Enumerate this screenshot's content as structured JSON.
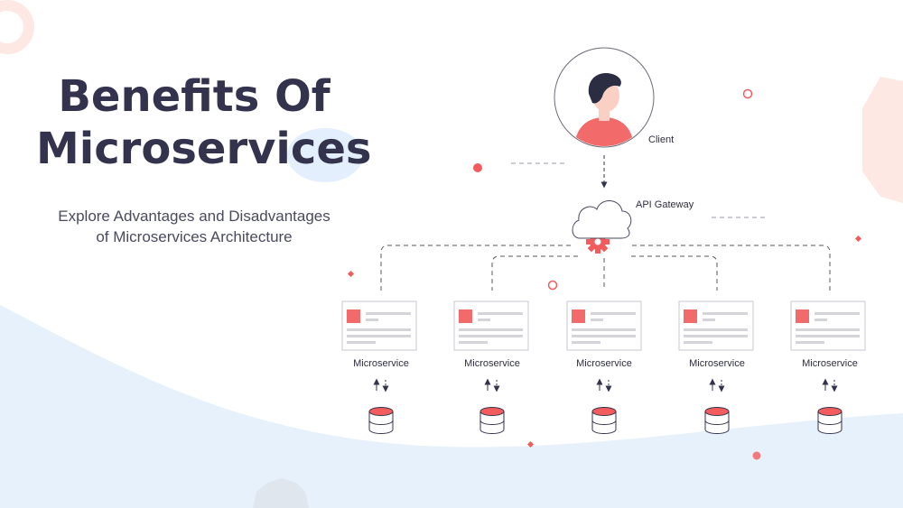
{
  "title": "Benefits Of Microservices",
  "title_lines": [
    "Benefits Of",
    "Microservices"
  ],
  "subtitle_lines": [
    "Explore Advantages and Disadvantages",
    "of Microservices Architecture"
  ],
  "diagram": {
    "client_label": "Client",
    "gateway_label": "API Gateway",
    "services": [
      {
        "label": "Microservice"
      },
      {
        "label": "Microservice"
      },
      {
        "label": "Microservice"
      },
      {
        "label": "Microservice"
      },
      {
        "label": "Microservice"
      }
    ]
  },
  "colors": {
    "accent": "#f25c5c",
    "text_dark": "#33334d",
    "background_wave": "#e6f1fb",
    "card_border": "#c9c9d2",
    "dashed_line": "#55555f"
  }
}
